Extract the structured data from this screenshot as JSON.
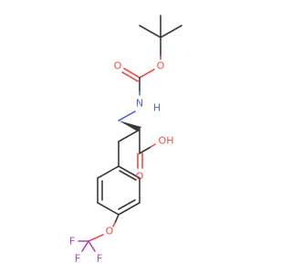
{
  "labels": {
    "o_carbonyl_boc": "O",
    "o_ester": "O",
    "nitrogen": "N",
    "hydrogen": "H",
    "acid_hydroxyl": "OH",
    "acid_carbonyl": "O",
    "o_ether": "O",
    "f_left": "F",
    "f_bottom_left": "F",
    "f_bottom_right": "F"
  },
  "colors": {
    "oxygen": "#e8504a",
    "nitrogen": "#5468d8",
    "fluorine": "#b540b5",
    "carbon_bond": "#3a3a3a"
  }
}
